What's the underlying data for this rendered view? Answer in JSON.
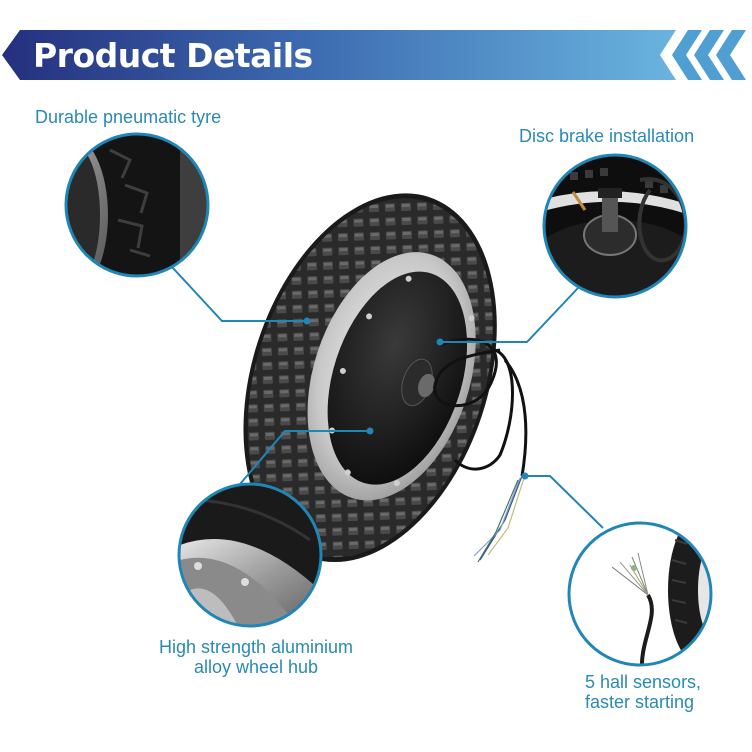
{
  "banner": {
    "title": "Product Details",
    "colors": {
      "start": "#27317f",
      "mid": "#3f6fb3",
      "end": "#67b1dd",
      "chevron": "#4a9bd0"
    }
  },
  "product": {
    "name": "electric-hub-motor-wheel",
    "features": [
      {
        "id": "tyre",
        "label": "Durable pneumatic tyre"
      },
      {
        "id": "brake",
        "label": "Disc brake installation"
      },
      {
        "id": "hub",
        "label_lines": [
          "High strength aluminium",
          "alloy wheel hub"
        ]
      },
      {
        "id": "hall",
        "label_lines": [
          "5 hall sensors,",
          "faster starting"
        ]
      }
    ]
  },
  "colors": {
    "accent": "#2a8ab3",
    "callout_line": "#1f86b5",
    "tyre": "#1b1b1b",
    "rim": "#d9d9d9",
    "hub": "#151515"
  }
}
